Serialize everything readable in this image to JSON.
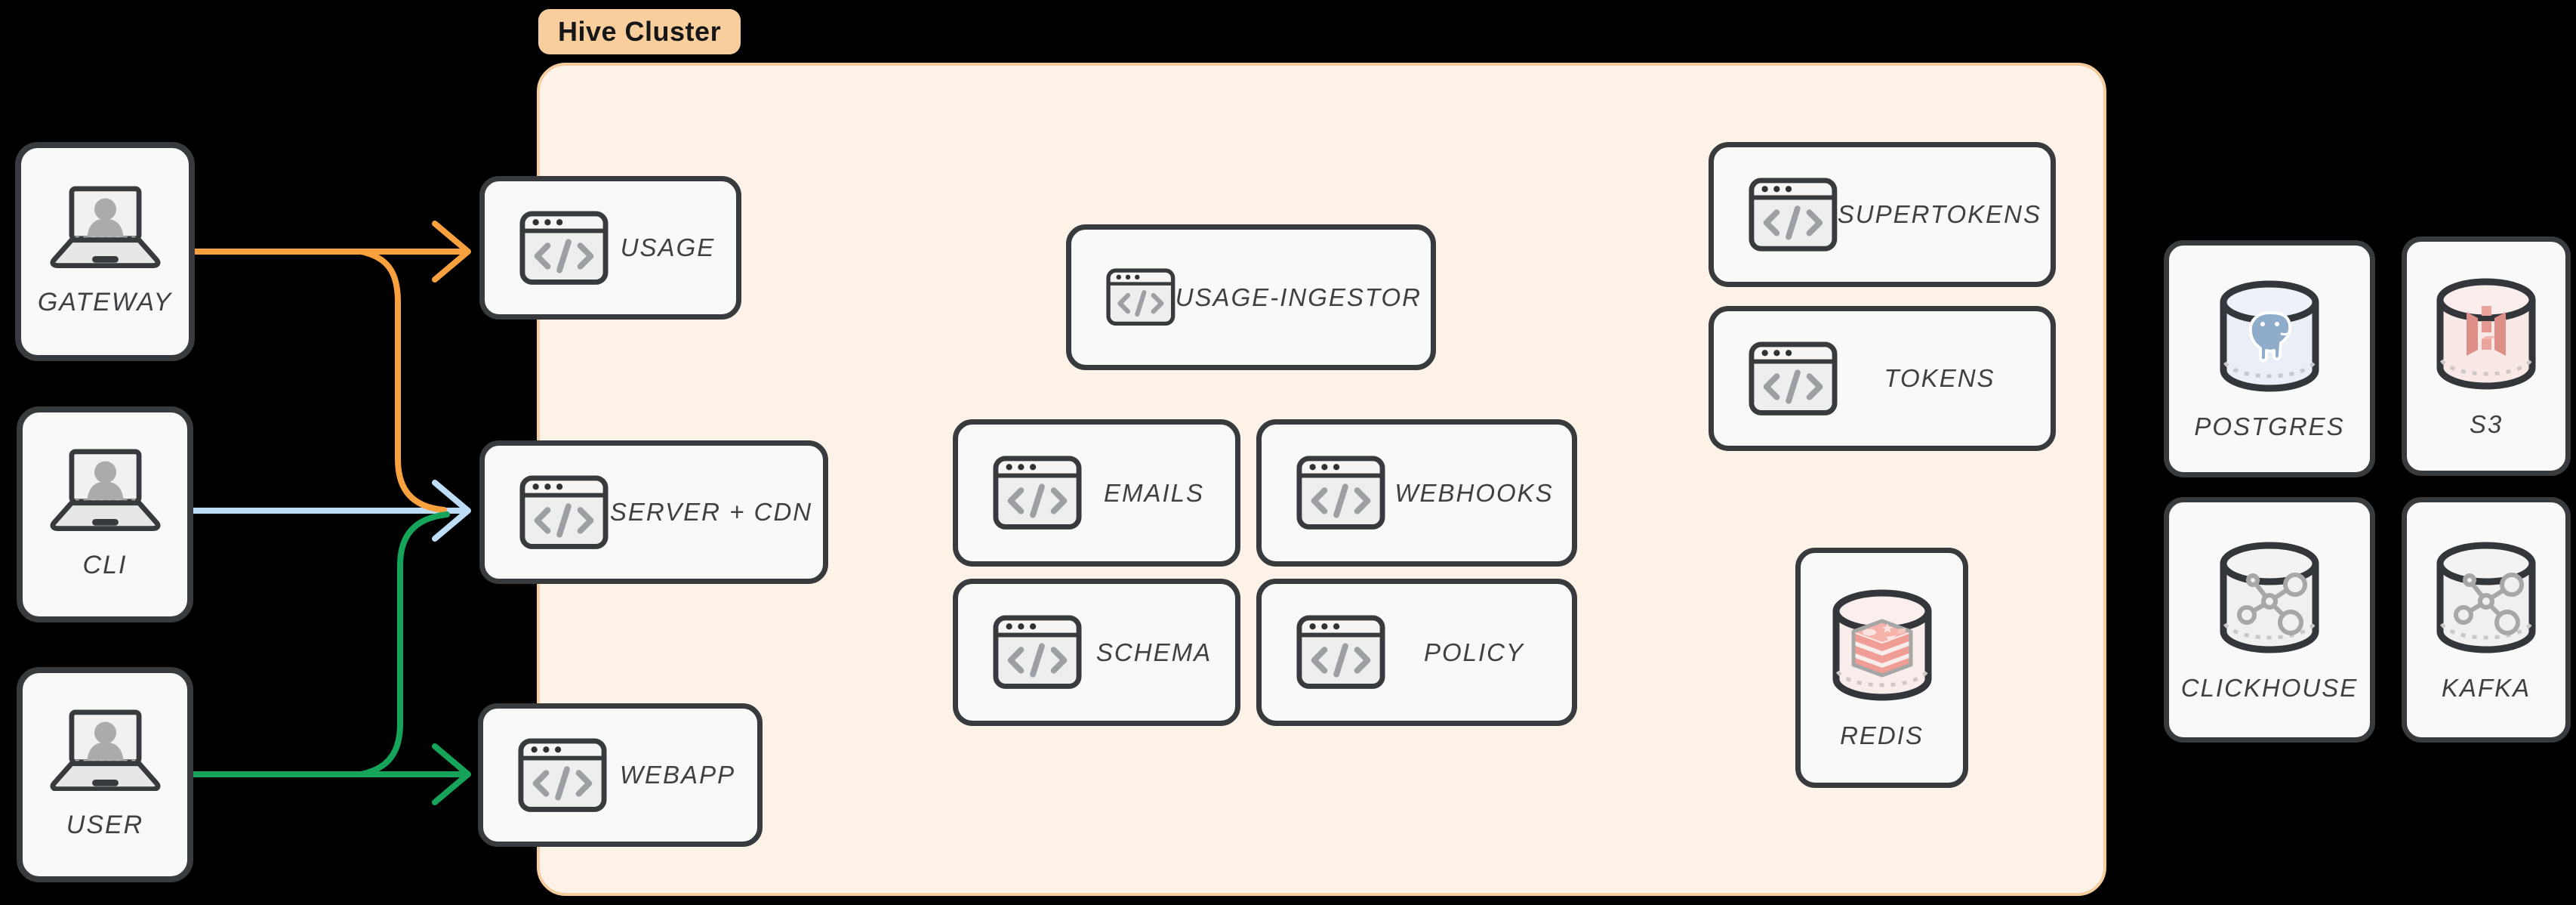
{
  "canvas": {
    "background": "#000000"
  },
  "cluster": {
    "badge": {
      "label": "Hive Cluster",
      "bg": "#F8CE9C",
      "text_color": "#161616"
    },
    "bg": "#FCF2E8",
    "border_color": "#F5CC9E"
  },
  "clients": [
    {
      "label": "GATEWAY"
    },
    {
      "label": "CLI"
    },
    {
      "label": "USER"
    }
  ],
  "services": [
    {
      "label": "USAGE"
    },
    {
      "label": "SERVER + CDN"
    },
    {
      "label": "WEBAPP"
    },
    {
      "label": "USAGE-INGESTOR"
    },
    {
      "label": "EMAILS"
    },
    {
      "label": "WEBHOOKS"
    },
    {
      "label": "SCHEMA"
    },
    {
      "label": "POLICY"
    },
    {
      "label": "SUPERTOKENS"
    },
    {
      "label": "TOKENS"
    }
  ],
  "datastores": [
    {
      "label": "REDIS",
      "icon": "redis-database"
    },
    {
      "label": "POSTGRES",
      "icon": "postgres-database"
    },
    {
      "label": "S3",
      "icon": "s3-bucket"
    },
    {
      "label": "CLICKHOUSE",
      "icon": "clickhouse-database"
    },
    {
      "label": "KAFKA",
      "icon": "kafka-broker"
    }
  ],
  "arrows": [
    {
      "from": "GATEWAY",
      "to": "USAGE",
      "color": "#F9A03F"
    },
    {
      "from": "GATEWAY",
      "to": "SERVER + CDN",
      "color": "#F9A03F"
    },
    {
      "from": "CLI",
      "to": "SERVER + CDN",
      "color": "#BDDCF5"
    },
    {
      "from": "USER",
      "to": "SERVER + CDN",
      "color": "#16A45A"
    },
    {
      "from": "USER",
      "to": "WEBAPP",
      "color": "#16A45A"
    }
  ]
}
